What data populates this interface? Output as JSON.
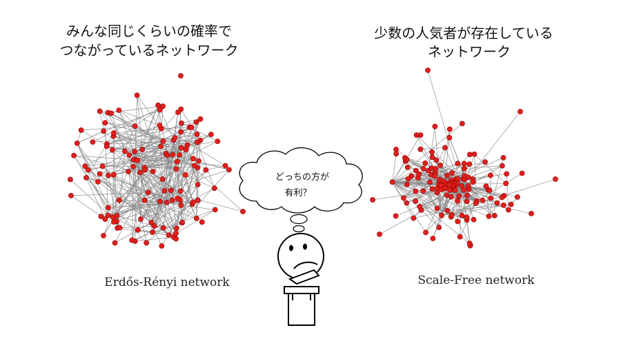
{
  "left_heading": {
    "line1": "みんな同じくらいの確率で",
    "line2": "つながっているネットワーク"
  },
  "right_heading": {
    "line1": "少数の人気者が存在している",
    "line2": "ネットワーク"
  },
  "left_caption": "Erdős-Rényi network",
  "right_caption": "Scale-Free network",
  "thought_bubble": {
    "line1": "どっちの方が",
    "line2": "有利？"
  },
  "colors": {
    "node": "#e0201c",
    "edge": "#8a8a8a",
    "figure_stroke": "#000000"
  },
  "icons": {
    "person": "thinking-person-icon",
    "bubble": "thought-cloud-icon"
  }
}
